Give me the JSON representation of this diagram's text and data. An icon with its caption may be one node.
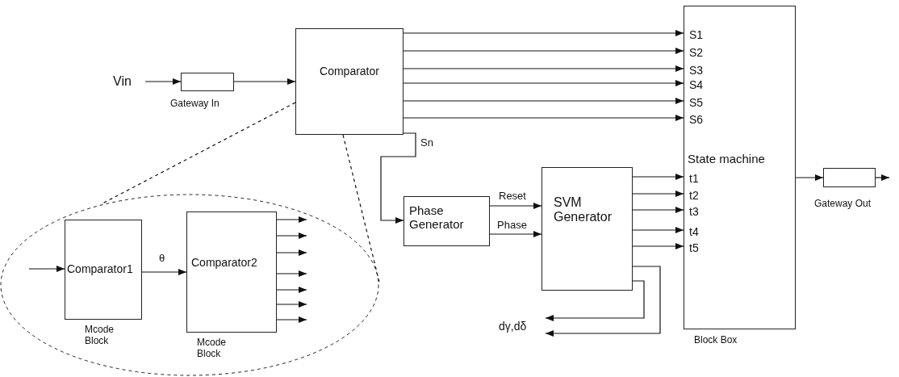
{
  "diagram": {
    "nodes": [
      {
        "text": [
          "Vin"
        ]
      },
      {
        "text": [],
        "shape": "box",
        "beside": [
          "Gateway In"
        ]
      },
      {
        "text": [
          "Comparator"
        ]
      },
      {
        "text": [
          "S1",
          "S2",
          "S3",
          "S4",
          "S5",
          "S6",
          "State machine",
          "t1",
          "t2",
          "t3",
          "t4",
          "t5"
        ],
        "beside": [
          "Block Box"
        ]
      },
      {
        "text": [
          "Phase Generator"
        ]
      },
      {
        "text": [
          "SVM Generator"
        ]
      },
      {
        "text": [],
        "shape": "box",
        "beside": [
          "Gateway Out"
        ]
      },
      {
        "text": [
          "dγ,dδ"
        ]
      },
      {
        "text": [],
        "shape": "ellipse"
      },
      {
        "text": [
          "Comparator1"
        ],
        "in": 8,
        "beside": [
          "Mcode Block"
        ]
      },
      {
        "text": [
          "Comparator2"
        ],
        "in": 8,
        "beside": [
          "Mcode Block"
        ]
      }
    ],
    "edges": [
      {
        "from": 0,
        "to": 1,
        "arrow": "to"
      },
      {
        "from": 1,
        "to": 2,
        "arrow": "to"
      },
      {
        "from": 2,
        "to": 3,
        "arrow": "to"
      },
      {
        "from": 2,
        "to": 3,
        "arrow": "to"
      },
      {
        "from": 2,
        "to": 3,
        "arrow": "to"
      },
      {
        "from": 2,
        "to": 3,
        "arrow": "to"
      },
      {
        "from": 2,
        "to": 3,
        "arrow": "to"
      },
      {
        "from": 2,
        "to": 3,
        "arrow": "to"
      },
      {
        "from": 2,
        "to": 4,
        "arrow": "to",
        "label": "Sn"
      },
      {
        "from": 4,
        "to": 5,
        "arrow": "to",
        "label": "Reset"
      },
      {
        "from": 4,
        "to": 5,
        "arrow": "to",
        "label": "Phase"
      },
      {
        "from": 5,
        "to": 3,
        "arrow": "to"
      },
      {
        "from": 5,
        "to": 3,
        "arrow": "to"
      },
      {
        "from": 5,
        "to": 3,
        "arrow": "to"
      },
      {
        "from": 5,
        "to": 3,
        "arrow": "to"
      },
      {
        "from": 5,
        "to": 3,
        "arrow": "to"
      },
      {
        "from": 5,
        "to": 7,
        "arrow": "to"
      },
      {
        "from": 5,
        "to": 7,
        "arrow": "to"
      },
      {
        "from": 3,
        "to": 6,
        "arrow": "to"
      },
      {
        "from": 6,
        "to": null,
        "arrow": "to"
      },
      {
        "from": null,
        "to": 9,
        "arrow": "to"
      },
      {
        "from": 9,
        "to": 10,
        "arrow": "to",
        "label": "θ"
      },
      {
        "from": 10,
        "to": null,
        "arrow": "to"
      },
      {
        "from": 10,
        "to": null,
        "arrow": "to"
      },
      {
        "from": 10,
        "to": null,
        "arrow": "to"
      },
      {
        "from": 10,
        "to": null,
        "arrow": "to"
      },
      {
        "from": 10,
        "to": null,
        "arrow": "to"
      },
      {
        "from": 10,
        "to": null,
        "arrow": "to"
      },
      {
        "from": 10,
        "to": null,
        "arrow": "to"
      },
      {
        "from": 2,
        "to": 8,
        "arrow": "none",
        "style": "dashed"
      },
      {
        "from": 2,
        "to": 8,
        "arrow": "none",
        "style": "dashed"
      }
    ]
  }
}
